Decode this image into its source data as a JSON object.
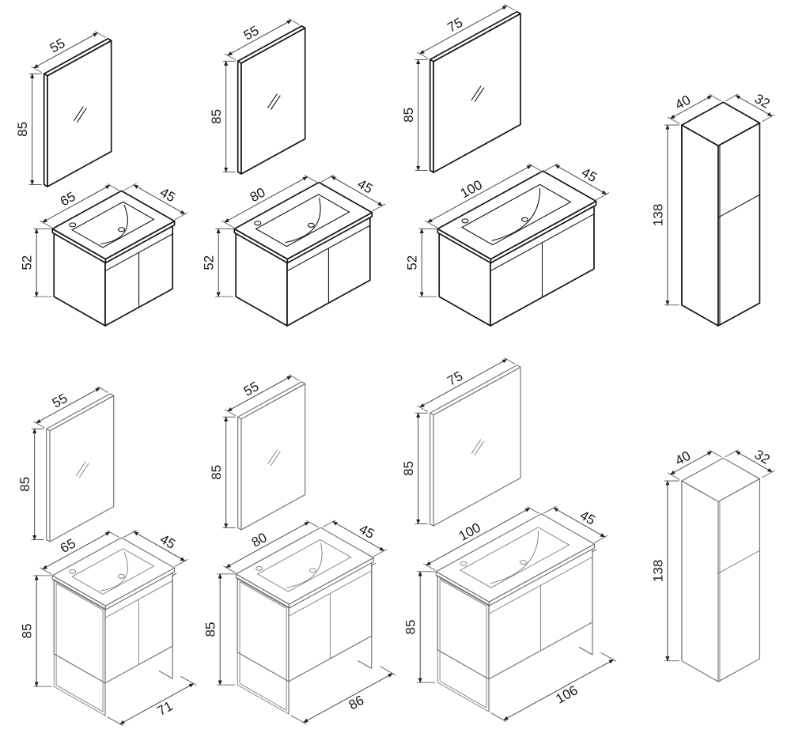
{
  "rows": [
    {
      "type": "wall-mounted",
      "sets": [
        {
          "mirror": {
            "width": "55",
            "height": "85"
          },
          "vanity": {
            "width": "65",
            "depth": "45",
            "height": "52"
          }
        },
        {
          "mirror": {
            "width": "55",
            "height": "85"
          },
          "vanity": {
            "width": "80",
            "depth": "45",
            "height": "52"
          }
        },
        {
          "mirror": {
            "width": "75",
            "height": "85"
          },
          "vanity": {
            "width": "100",
            "depth": "45",
            "height": "52"
          }
        }
      ],
      "tall": {
        "width": "40",
        "depth": "32",
        "height": "138"
      }
    },
    {
      "type": "floor-standing",
      "sets": [
        {
          "mirror": {
            "width": "55",
            "height": "85"
          },
          "vanity": {
            "width": "65",
            "depth": "45",
            "height": "85",
            "floor_width": "71"
          }
        },
        {
          "mirror": {
            "width": "55",
            "height": "85"
          },
          "vanity": {
            "width": "80",
            "depth": "45",
            "height": "85",
            "floor_width": "86"
          }
        },
        {
          "mirror": {
            "width": "75",
            "height": "85"
          },
          "vanity": {
            "width": "100",
            "depth": "45",
            "height": "85",
            "floor_width": "106"
          }
        }
      ],
      "tall": {
        "width": "40",
        "depth": "32",
        "height": "138"
      }
    }
  ]
}
